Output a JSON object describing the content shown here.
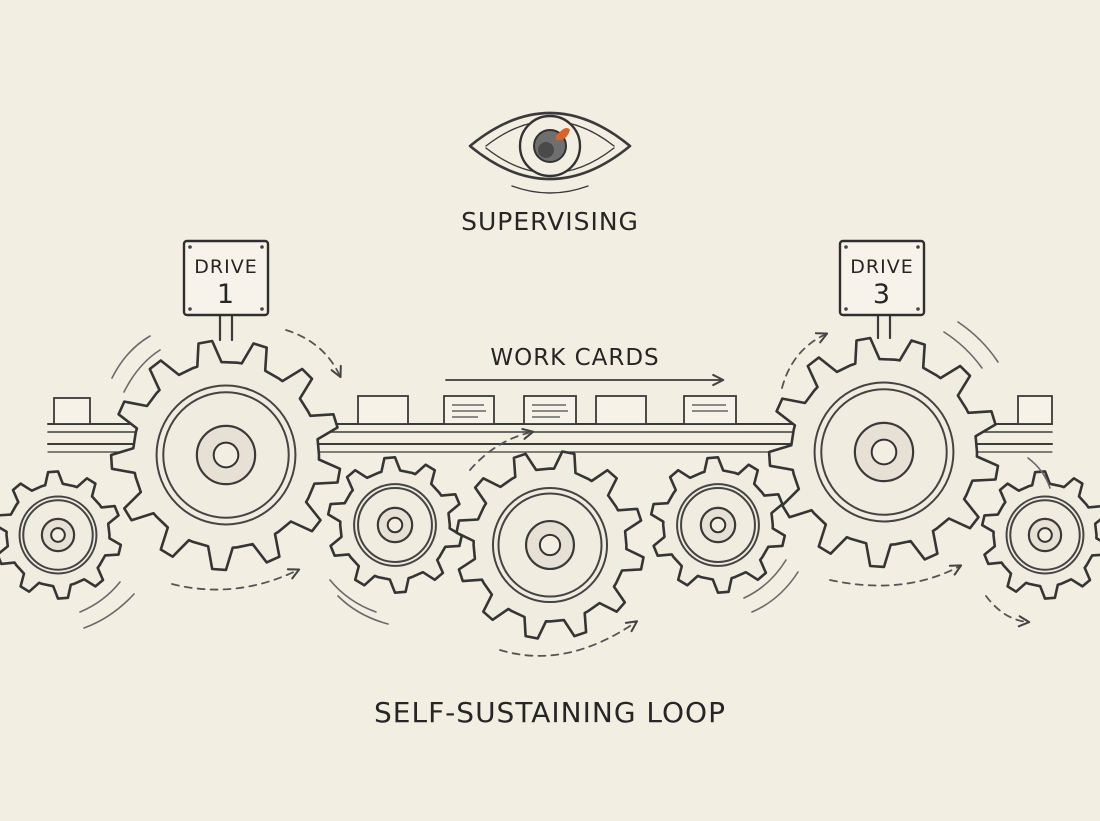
{
  "diagram": {
    "supervisor_label": "SUPERVISING",
    "work_cards_label": "WORK CARDS",
    "loop_label": "SELF-SUSTAINING LOOP",
    "drive_left": {
      "title": "DRIVE",
      "number": "1"
    },
    "drive_right": {
      "title": "DRIVE",
      "number": "3"
    },
    "icons": [
      "eye-icon",
      "gear-icon",
      "arrow-icon",
      "work-card-icon",
      "sign-icon"
    ],
    "colors": {
      "background": "#f3eee2",
      "ink": "#2f2f2f",
      "accent": "#d9632b"
    }
  }
}
